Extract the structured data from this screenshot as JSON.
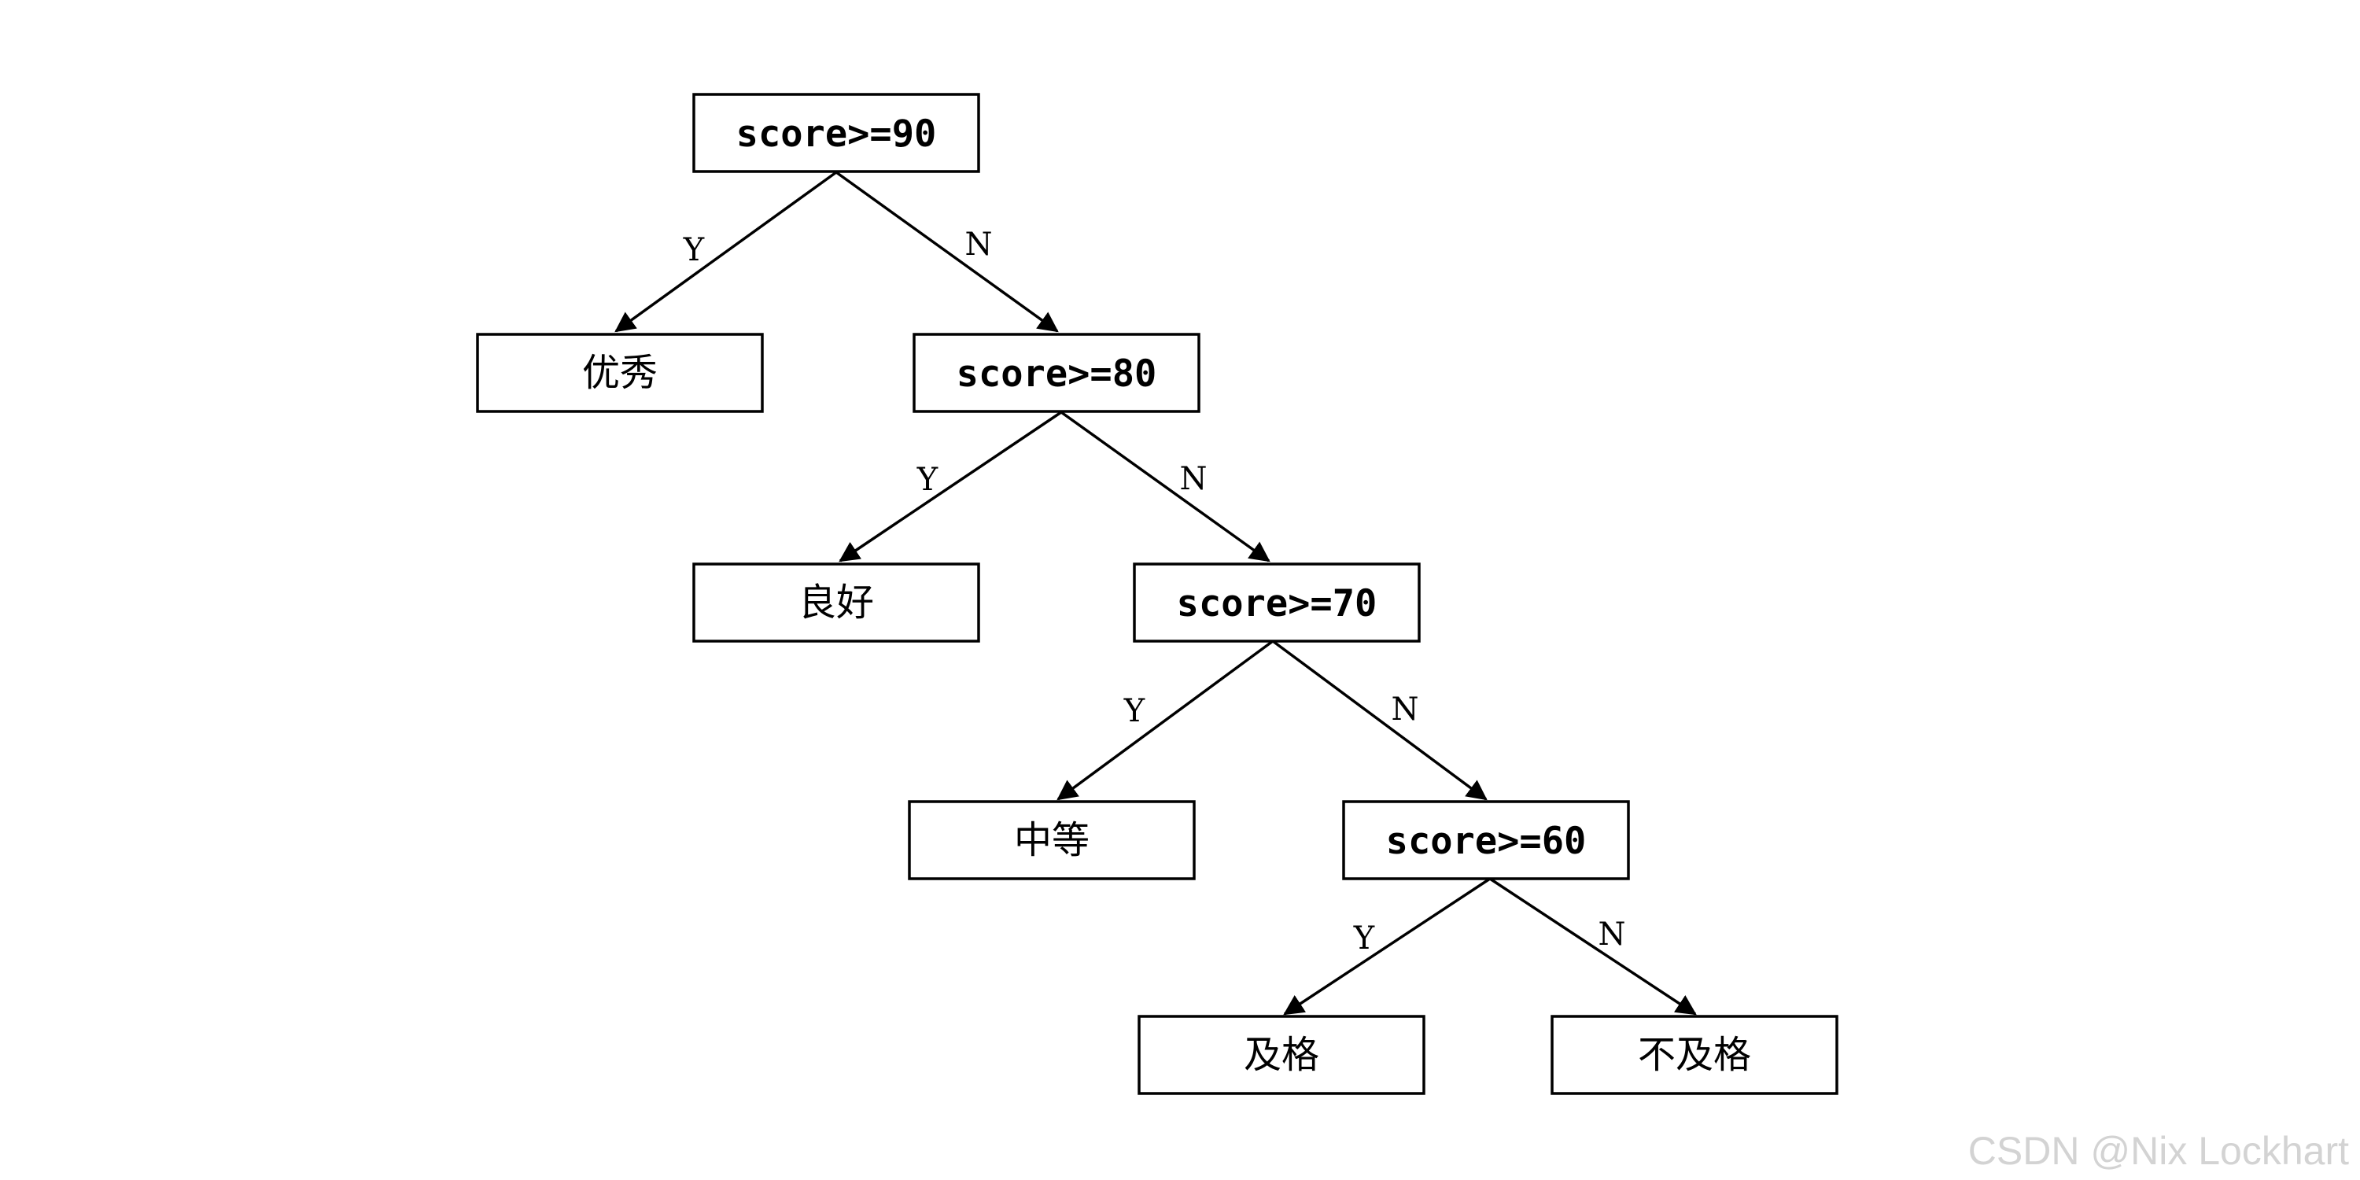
{
  "nodes": {
    "n90": "score>=90",
    "excellent": "优秀",
    "n80": "score>=80",
    "good": "良好",
    "n70": "score>=70",
    "medium": "中等",
    "n60": "score>=60",
    "pass": "及格",
    "fail": "不及格"
  },
  "labels": {
    "yes": "Y",
    "no": "N"
  },
  "watermark": "CSDN @Nix Lockhart"
}
